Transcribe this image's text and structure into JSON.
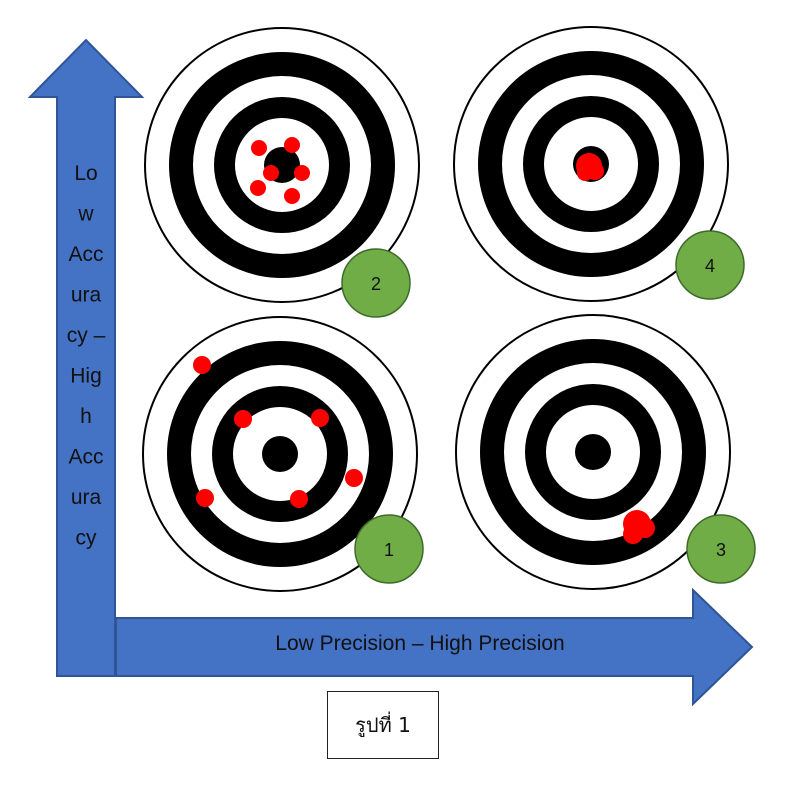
{
  "y_axis_label_lines": [
    "Lo",
    "w",
    "Acc",
    "ura",
    "cy –",
    "Hig",
    "h",
    "Acc",
    "ura",
    "cy"
  ],
  "x_axis_label": "Low Precision – High Precision",
  "caption": "รูปที่ 1",
  "colors": {
    "arrow": "#4472c4",
    "arrow_outline": "#2f5597",
    "badge": "#70ad47",
    "badge_outline": "#3f6b2a",
    "hit": "#ff0000",
    "ring_dark": "#000000",
    "ring_light": "#ffffff"
  },
  "targets": [
    {
      "id": "target-1",
      "label": "1",
      "description_quadrant": "bottom-left"
    },
    {
      "id": "target-2",
      "label": "2",
      "description_quadrant": "top-left"
    },
    {
      "id": "target-3",
      "label": "3",
      "description_quadrant": "bottom-right"
    },
    {
      "id": "target-4",
      "label": "4",
      "description_quadrant": "top-right"
    }
  ]
}
